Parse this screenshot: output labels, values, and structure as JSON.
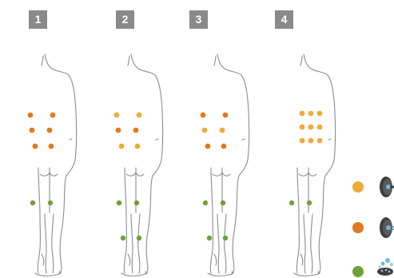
{
  "figures": [
    {
      "number": "1",
      "upper_dots": [
        "orange",
        "orange",
        "orange",
        "orange",
        "orange",
        "orange"
      ],
      "lower_dots": [
        "green",
        "green"
      ],
      "extra_lower": false
    },
    {
      "number": "2",
      "upper_dots": [
        "yellow",
        "yellow",
        "orange",
        "orange",
        "yellow",
        "yellow"
      ],
      "lower_dots": [
        "green",
        "green"
      ],
      "extra_lower": true
    },
    {
      "number": "3",
      "upper_dots": [
        "orange",
        "orange",
        "yellow",
        "yellow",
        "orange",
        "orange"
      ],
      "lower_dots": [
        "green",
        "green"
      ],
      "extra_lower": true
    },
    {
      "number": "4",
      "upper_dots": [
        "yellow",
        "yellow",
        "yellow",
        "yellow",
        "yellow",
        "yellow",
        "yellow",
        "yellow",
        "yellow"
      ],
      "lower_dots": [
        "green",
        "green"
      ],
      "extra_lower": false
    }
  ],
  "colors": {
    "orange": "#e07a1e",
    "yellow": "#f2a93b",
    "green": "#6fa23a",
    "outline": "#8c8c8c",
    "badge": "#8a8a8a"
  },
  "legend": [
    {
      "dot_color": "yellow",
      "icon": "round-electrode-pad-icon"
    },
    {
      "dot_color": "orange",
      "icon": "electrode-pad-with-wire-icon"
    },
    {
      "dot_color": "green",
      "icon": "spray-gel-pad-icon"
    }
  ]
}
